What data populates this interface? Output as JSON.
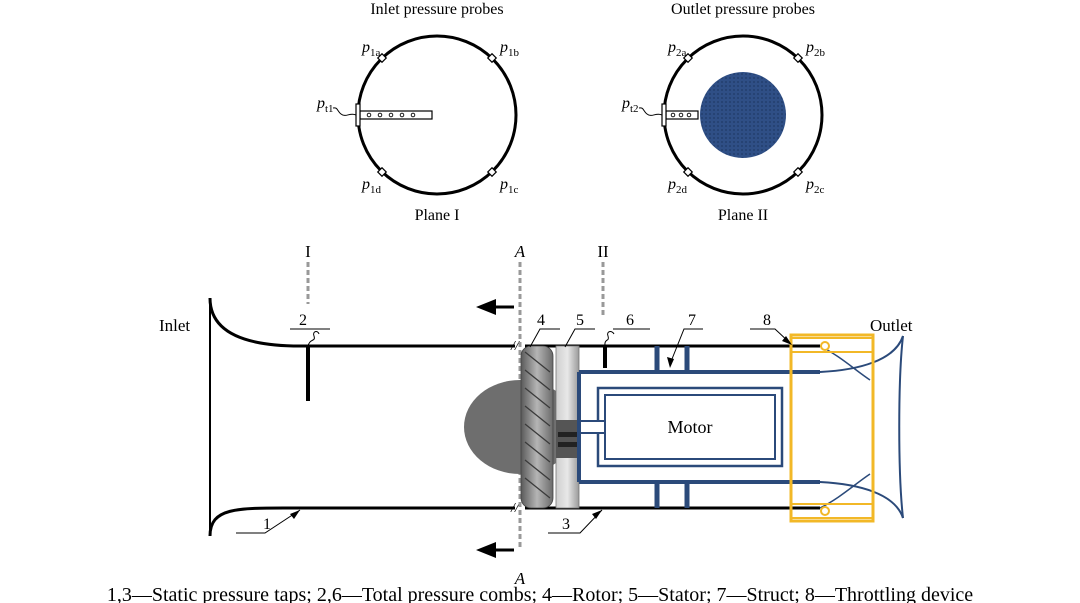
{
  "top": {
    "inlet_title": "Inlet pressure probes",
    "outlet_title": "Outlet pressure probes",
    "plane1_label": "Plane I",
    "plane2_label": "Plane II",
    "inlet_probes": {
      "p1a": {
        "base": "p",
        "sub": "1a"
      },
      "p1b": {
        "base": "p",
        "sub": "1b"
      },
      "pt1": {
        "base": "p",
        "sub": "t1"
      },
      "p1d": {
        "base": "p",
        "sub": "1d"
      },
      "p1c": {
        "base": "p",
        "sub": "1c"
      }
    },
    "outlet_probes": {
      "p2a": {
        "base": "p",
        "sub": "2a"
      },
      "p2b": {
        "base": "p",
        "sub": "2b"
      },
      "pt2": {
        "base": "p",
        "sub": "t2"
      },
      "p2d": {
        "base": "p",
        "sub": "2d"
      },
      "p2c": {
        "base": "p",
        "sub": "2c"
      }
    }
  },
  "main": {
    "plane_I": "I",
    "plane_II": "II",
    "section_top": "A",
    "section_bottom": "A",
    "inlet": "Inlet",
    "outlet": "Outlet",
    "motor": "Motor",
    "callouts": {
      "c1": "1",
      "c2": "2",
      "c3": "3",
      "c4": "4",
      "c5": "5",
      "c6": "6",
      "c7": "7",
      "c8": "8"
    },
    "colors": {
      "line": "#000000",
      "blue": "#2b4a7a",
      "yellow": "#f2b827",
      "gray": "#888888",
      "hub": "#6e6e6e"
    }
  },
  "caption": "1,3—Static pressure taps; 2,6—Total pressure combs; 4—Rotor; 5—Stator; 7—Struct; 8—Throttling device"
}
